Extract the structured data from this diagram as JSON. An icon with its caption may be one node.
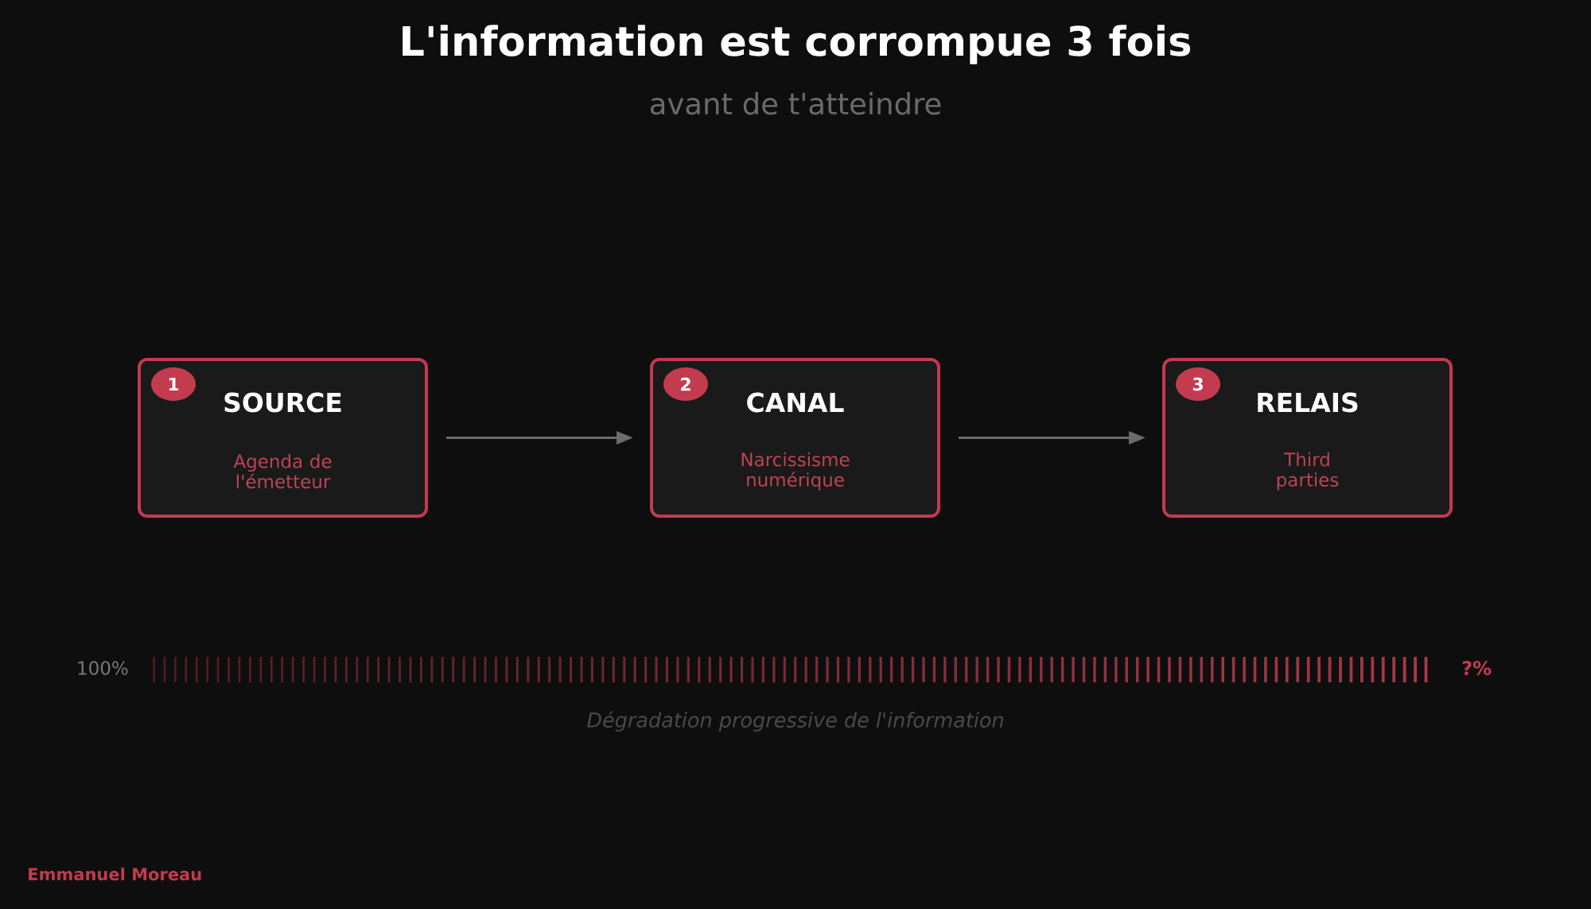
{
  "diagram": {
    "title": "L'information est corrompue 3 fois",
    "nodes": [
      {
        "text": [
          "SOURCE",
          "Agenda de l'émetteur"
        ]
      },
      {
        "text": [
          "1"
        ],
        "in": 0
      },
      {
        "text": [
          "CANAL",
          "Narcissisme numérique"
        ]
      },
      {
        "text": [
          "2"
        ],
        "in": 2
      },
      {
        "text": [
          "RELAIS",
          "Third parties"
        ]
      },
      {
        "text": [
          "3"
        ],
        "in": 4
      }
    ],
    "edges": [
      {
        "from": 0,
        "to": 2,
        "arrow": "to"
      },
      {
        "from": 2,
        "to": 4,
        "arrow": "to"
      }
    ],
    "labels": [
      "avant de t'atteindre",
      "100%",
      "?%",
      "Dégradation progressive de l'information",
      "Emmanuel Moreau"
    ]
  }
}
